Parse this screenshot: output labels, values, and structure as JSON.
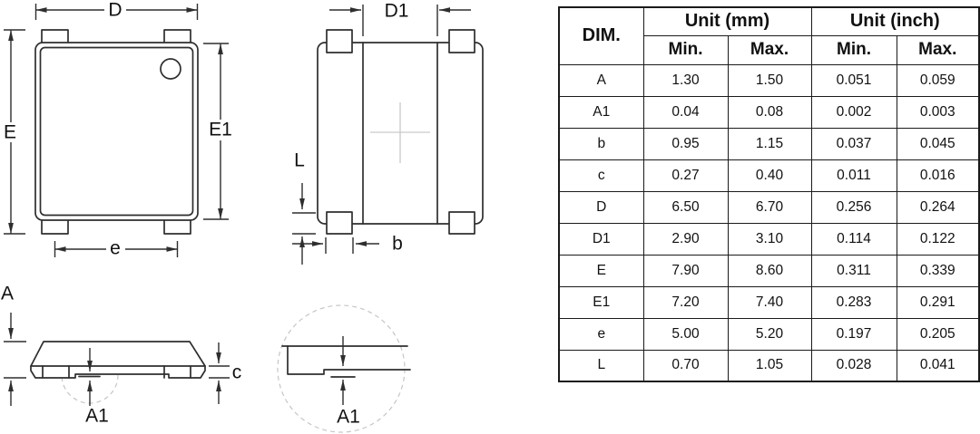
{
  "page": {
    "background": "#ffffff"
  },
  "colors": {
    "line": "#2e2e2e",
    "light_line": "#c9c9c9",
    "dashed_circle": "#c6c6c6",
    "table_border": "#1a1a1a",
    "text": "#111111"
  },
  "drawings": {
    "top_view": {
      "labels": {
        "D": "D",
        "E": "E",
        "E1": "E1",
        "e": "e"
      }
    },
    "bottom_view": {
      "labels": {
        "D1": "D1",
        "L": "L",
        "b": "b"
      }
    },
    "side_view": {
      "labels": {
        "A": "A",
        "c": "c",
        "A1": "A1"
      }
    },
    "detail_view": {
      "labels": {
        "A1": "A1"
      }
    }
  },
  "table": {
    "header": {
      "dim": "DIM.",
      "unit_mm": "Unit (mm)",
      "unit_inch": "Unit (inch)",
      "min_mm": "Min.",
      "max_mm": "Max.",
      "min_inch": "Min.",
      "max_inch": "Max."
    },
    "rows": [
      {
        "dim": "A",
        "mm_min": "1.30",
        "mm_max": "1.50",
        "inch_min": "0.051",
        "inch_max": "0.059"
      },
      {
        "dim": "A1",
        "mm_min": "0.04",
        "mm_max": "0.08",
        "inch_min": "0.002",
        "inch_max": "0.003"
      },
      {
        "dim": "b",
        "mm_min": "0.95",
        "mm_max": "1.15",
        "inch_min": "0.037",
        "inch_max": "0.045"
      },
      {
        "dim": "c",
        "mm_min": "0.27",
        "mm_max": "0.40",
        "inch_min": "0.011",
        "inch_max": "0.016"
      },
      {
        "dim": "D",
        "mm_min": "6.50",
        "mm_max": "6.70",
        "inch_min": "0.256",
        "inch_max": "0.264"
      },
      {
        "dim": "D1",
        "mm_min": "2.90",
        "mm_max": "3.10",
        "inch_min": "0.114",
        "inch_max": "0.122"
      },
      {
        "dim": "E",
        "mm_min": "7.90",
        "mm_max": "8.60",
        "inch_min": "0.311",
        "inch_max": "0.339"
      },
      {
        "dim": "E1",
        "mm_min": "7.20",
        "mm_max": "7.40",
        "inch_min": "0.283",
        "inch_max": "0.291"
      },
      {
        "dim": "e",
        "mm_min": "5.00",
        "mm_max": "5.20",
        "inch_min": "0.197",
        "inch_max": "0.205"
      },
      {
        "dim": "L",
        "mm_min": "0.70",
        "mm_max": "1.05",
        "inch_min": "0.028",
        "inch_max": "0.041"
      }
    ]
  }
}
